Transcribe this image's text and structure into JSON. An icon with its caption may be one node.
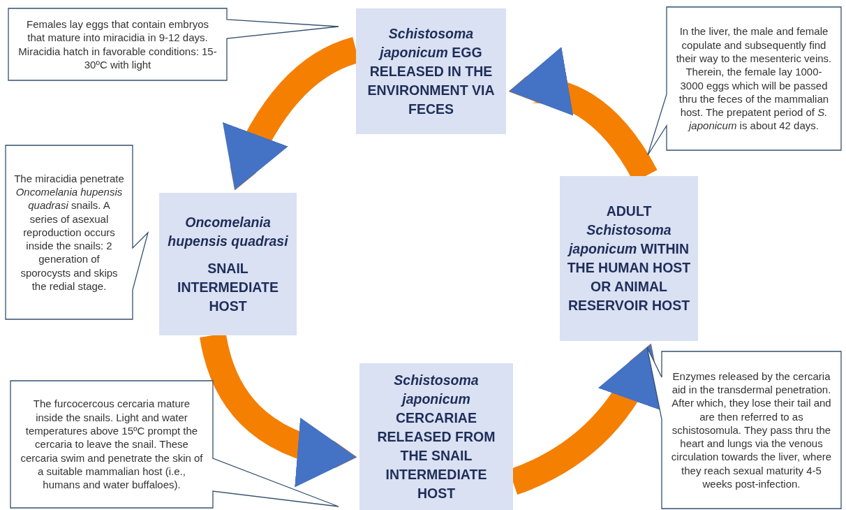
{
  "diagram": {
    "nodes": [
      {
        "text": [
          "*Schistosoma japonicum* EGG RELEASED IN THE ENVIRONMENT VIA FECES"
        ]
      },
      {
        "text": [
          "Oncomelania hupensis quadrasi",
          "SNAIL INTERMEDIATE HOST"
        ]
      },
      {
        "text": [
          "ADULT *Schistosoma japonicum* WITHIN THE HUMAN HOST OR ANIMAL RESERVOIR HOST"
        ]
      },
      {
        "text": [
          "*Schistosoma japonicum* CERCARIAE RELEASED FROM THE SNAIL INTERMEDIATE HOST"
        ]
      },
      {
        "text": [
          "Females lay eggs that contain embryos that mature into miracidia in 9-12 days. Miracidia hatch in favorable conditions: 15-30ºC with light"
        ]
      },
      {
        "text": [
          "In the liver, the male and female copulate and subsequently find their way to the mesenteric veins. Therein, the female lay 1000-3000 eggs which will be passed thru the feces of the mammalian host. The prepatent period of *S. japonicum* is about 42 days."
        ]
      },
      {
        "text": [
          "The miracidia penetrate *Oncomelania hupensis quadrasi* snails. A series of asexual reproduction occurs inside the snails: 2 generation of sporocysts and skips the redial stage."
        ]
      },
      {
        "text": [
          "The furcocercous cercaria mature inside the snails. Light and water temperatures above 15ºC prompt the cercaria to leave the snail. These cercaria swim and penetrate the skin of a suitable mammalian host (i.e., humans and water buffaloes)."
        ]
      },
      {
        "text": [
          "Enzymes released by the cercaria aid in the transdermal penetration. After which, they lose their tail and are then referred to as schistosomula. They pass thru the heart and lungs via the venous circulation towards the liver, where they reach sexual maturity 4-5 weeks post-infection."
        ]
      }
    ],
    "edges": [
      {
        "from": 0,
        "to": 1,
        "arrow": "to"
      },
      {
        "from": 1,
        "to": 3,
        "arrow": "to"
      },
      {
        "from": 3,
        "to": 2,
        "arrow": "to"
      },
      {
        "from": 2,
        "to": 0,
        "arrow": "to"
      }
    ]
  }
}
